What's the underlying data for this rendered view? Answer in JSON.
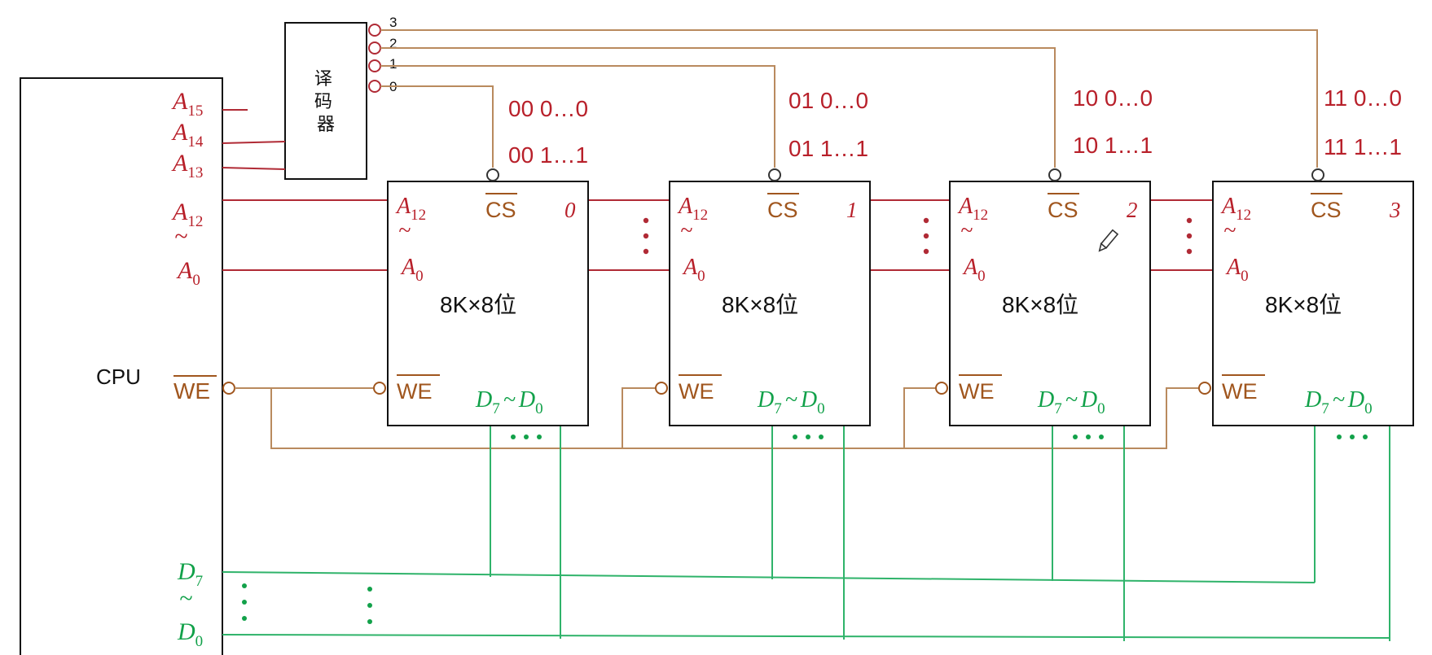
{
  "cpu": {
    "label": "CPU"
  },
  "decoder": {
    "label": "译\n码\n器",
    "outputs": [
      "3",
      "2",
      "1",
      "0"
    ]
  },
  "cpu_pins": {
    "a15_base": "A",
    "a15_sub": "15",
    "a14_base": "A",
    "a14_sub": "14",
    "a13_base": "A",
    "a13_sub": "13",
    "a12_base": "A",
    "a12_sub": "12",
    "tilde": "~",
    "a0_base": "A",
    "a0_sub": "0",
    "we": "WE",
    "d7_base": "D",
    "d7_sub": "7",
    "d0_base": "D",
    "d0_sub": "0"
  },
  "chip_labels": {
    "a12_base": "A",
    "a12_sub": "12",
    "tilde": "~",
    "a0_base": "A",
    "a0_sub": "0",
    "cs": "CS",
    "we": "WE",
    "data_d7_base": "D",
    "data_d7_sub": "7",
    "data_tilde": "~",
    "data_d0_base": "D",
    "data_d0_sub": "0",
    "capacity": "8K×8位"
  },
  "chips": [
    {
      "index": "0",
      "addr_low": "00 0…0",
      "addr_high": "00 1…1"
    },
    {
      "index": "1",
      "addr_low": "01 0…0",
      "addr_high": "01 1…1"
    },
    {
      "index": "2",
      "addr_low": "10 0…0",
      "addr_high": "10 1…1"
    },
    {
      "index": "3",
      "addr_low": "11 0…0",
      "addr_high": "11 1…1"
    }
  ],
  "colors": {
    "address": "#b8202a",
    "control": "#a0561e",
    "data": "#12a14a",
    "outline": "#111111"
  }
}
